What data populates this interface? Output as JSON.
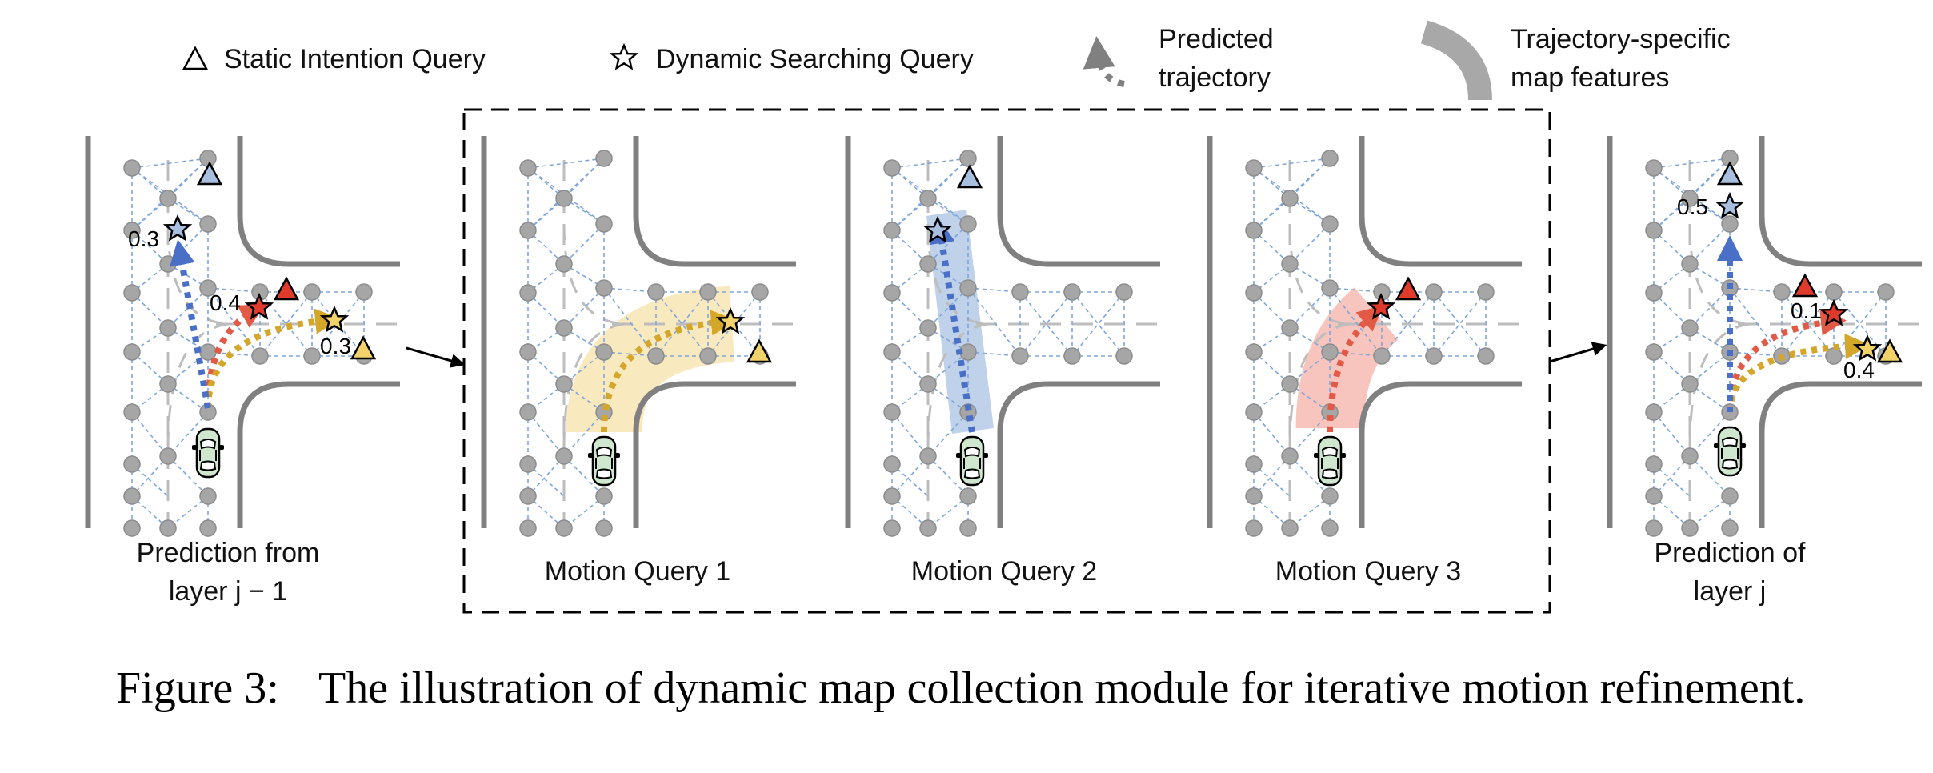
{
  "legend": {
    "static_query": "Static Intention Query",
    "dynamic_query": "Dynamic Searching Query",
    "trajectory_line1": "Predicted",
    "trajectory_line2": "trajectory",
    "features_line1": "Trajectory-specific",
    "features_line2": "map features"
  },
  "colors": {
    "blue": "#4a6fc7",
    "red": "#e25a46",
    "yellow": "#d4a62a",
    "tri_blue": "#a9bfe0",
    "tri_red": "#e03a2c",
    "tri_yellow": "#f2d36b",
    "road": "#808080",
    "node": "#a6a6a6",
    "car": "#cfe6cf"
  },
  "panels": [
    {
      "id": "prev",
      "label_line1": "Prediction from",
      "label_line2": "layer j − 1",
      "scores": [
        "0.3",
        "0.4",
        "0.3"
      ]
    },
    {
      "id": "q1",
      "label_line1": "Motion Query 1",
      "label_line2": ""
    },
    {
      "id": "q2",
      "label_line1": "Motion Query 2",
      "label_line2": ""
    },
    {
      "id": "q3",
      "label_line1": "Motion Query 3",
      "label_line2": ""
    },
    {
      "id": "next",
      "label_line1": "Prediction of",
      "label_line2": "layer j",
      "scores": [
        "0.5",
        "0.1",
        "0.4"
      ]
    }
  ],
  "caption": {
    "prefix": "Figure 3:",
    "text": "The illustration of dynamic map collection module for iterative motion refinement."
  }
}
